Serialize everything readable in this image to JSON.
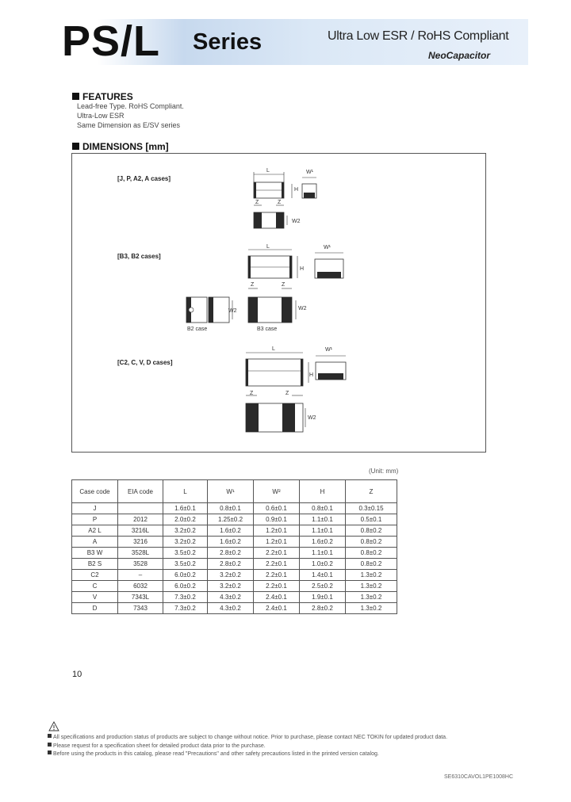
{
  "header": {
    "title_main": "PS/L",
    "title_sub": "Series",
    "subtitle": "Ultra Low ESR / RoHS Compliant",
    "brand": "NeoCapacitor"
  },
  "features": {
    "heading": "FEATURES",
    "items": [
      "Lead-free Type.  RoHS Compliant.",
      "Ultra-Low ESR",
      "Same Dimension as E/SV series"
    ]
  },
  "dimensions": {
    "heading": "DIMENSIONS [mm]",
    "groups": [
      {
        "label": "[J, P, A2, A cases]"
      },
      {
        "label": "[B3, B2 cases]"
      },
      {
        "label": "[C2, C, V, D cases]"
      }
    ],
    "dim_labels": {
      "L": "L",
      "W1": "W¹",
      "W2": "W2",
      "H": "H",
      "Z": "Z"
    },
    "sub_labels": {
      "b2": "B2 case",
      "b3": "B3 case"
    }
  },
  "table": {
    "unit": "(Unit: mm)",
    "headers": [
      "Case code",
      "EIA code",
      "L",
      "W¹",
      "W²",
      "H",
      "Z"
    ],
    "rows": [
      [
        "J",
        "",
        "1.6±0.1",
        "0.8±0.1",
        "0.6±0.1",
        "0.8±0.1",
        "0.3±0.15"
      ],
      [
        "P",
        "2012",
        "2.0±0.2",
        "1.25±0.2",
        "0.9±0.1",
        "1.1±0.1",
        "0.5±0.1"
      ],
      [
        "A2  L",
        "3216L",
        "3.2±0.2",
        "1.6±0.2",
        "1.2±0.1",
        "1.1±0.1",
        "0.8±0.2"
      ],
      [
        "A",
        "3216",
        "3.2±0.2",
        "1.6±0.2",
        "1.2±0.1",
        "1.6±0.2",
        "0.8±0.2"
      ],
      [
        "B3  W",
        "3528L",
        "3.5±0.2",
        "2.8±0.2",
        "2.2±0.1",
        "1.1±0.1",
        "0.8±0.2"
      ],
      [
        "B2  S",
        "3528",
        "3.5±0.2",
        "2.8±0.2",
        "2.2±0.1",
        "1.0±0.2",
        "0.8±0.2"
      ],
      [
        "C2",
        "–",
        "6.0±0.2",
        "3.2±0.2",
        "2.2±0.1",
        "1.4±0.1",
        "1.3±0.2"
      ],
      [
        "C",
        "6032",
        "6.0±0.2",
        "3.2±0.2",
        "2.2±0.1",
        "2.5±0.2",
        "1.3±0.2"
      ],
      [
        "V",
        "7343L",
        "7.3±0.2",
        "4.3±0.2",
        "2.4±0.1",
        "1.9±0.1",
        "1.3±0.2"
      ],
      [
        "D",
        "7343",
        "7.3±0.2",
        "4.3±0.2",
        "2.4±0.1",
        "2.8±0.2",
        "1.3±0.2"
      ]
    ]
  },
  "page_number": "10",
  "notices": [
    "All specifications and production status of products are subject to change without notice. Prior to purchase, please contact NEC TOKIN for updated product data.",
    "Please request for a specification sheet for detailed product data prior to the purchase.",
    "Before using the products in this catalog, please read \"Precautions\" and other safety precautions listed in the printed version catalog."
  ],
  "doc_code": "SE6310CAVOL1PE1008HC"
}
